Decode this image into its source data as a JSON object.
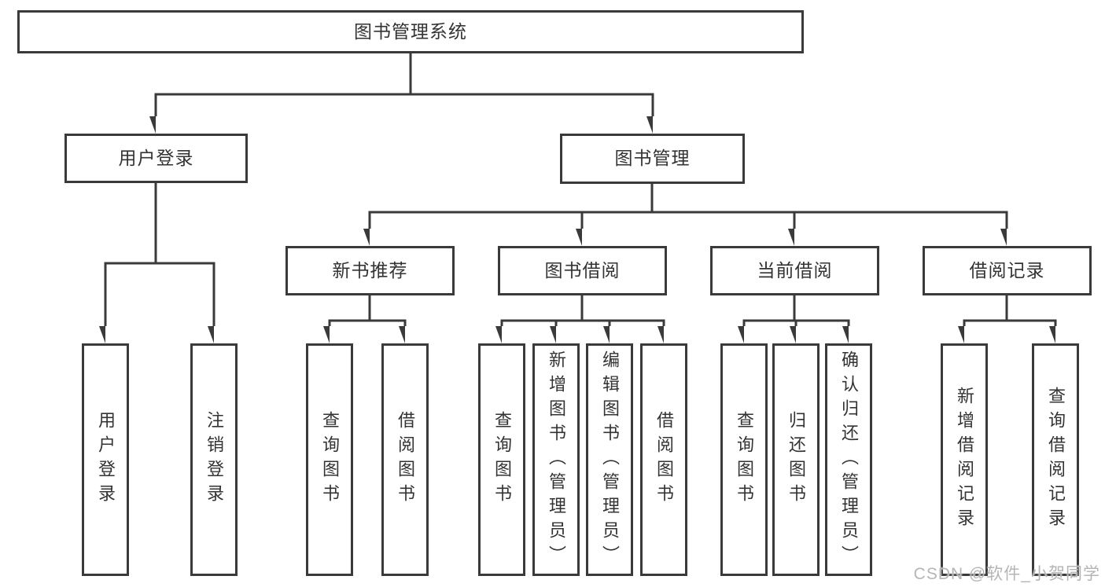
{
  "nodes": {
    "root": {
      "label": "图书管理系统"
    },
    "user_login": {
      "label": "用户登录"
    },
    "book_management": {
      "label": "图书管理"
    },
    "new_book_recommend": {
      "label": "新书推荐"
    },
    "book_borrowing": {
      "label": "图书借阅"
    },
    "current_borrowing": {
      "label": "当前借阅"
    },
    "borrowing_records": {
      "label": "借阅记录"
    },
    "leaf_user_login": {
      "label": "用户登录"
    },
    "leaf_logout": {
      "label": "注销登录"
    },
    "leaf_recommend_query_books": {
      "label": "查询图书"
    },
    "leaf_recommend_borrow_books": {
      "label": "借阅图书"
    },
    "leaf_borrowing_query_books": {
      "label": "查询图书"
    },
    "leaf_borrowing_add_books_admin": {
      "label": "新增图书（管理员）"
    },
    "leaf_borrowing_edit_books_admin": {
      "label": "编辑图书（管理员）"
    },
    "leaf_borrowing_borrow_books": {
      "label": "借阅图书"
    },
    "leaf_current_query_books": {
      "label": "查询图书"
    },
    "leaf_current_return_books": {
      "label": "归还图书"
    },
    "leaf_current_confirm_return_admin": {
      "label": "确认归还（管理员）"
    },
    "leaf_records_add_record": {
      "label": "新增借阅记录"
    },
    "leaf_records_query_record": {
      "label": "查询借阅记录"
    }
  },
  "watermark": {
    "text": "CSDN @软件_小贺同学"
  },
  "colors": {
    "line": "#3a3a3a",
    "text": "#333333",
    "background": "#ffffff",
    "watermark": "#b5b5b5"
  }
}
